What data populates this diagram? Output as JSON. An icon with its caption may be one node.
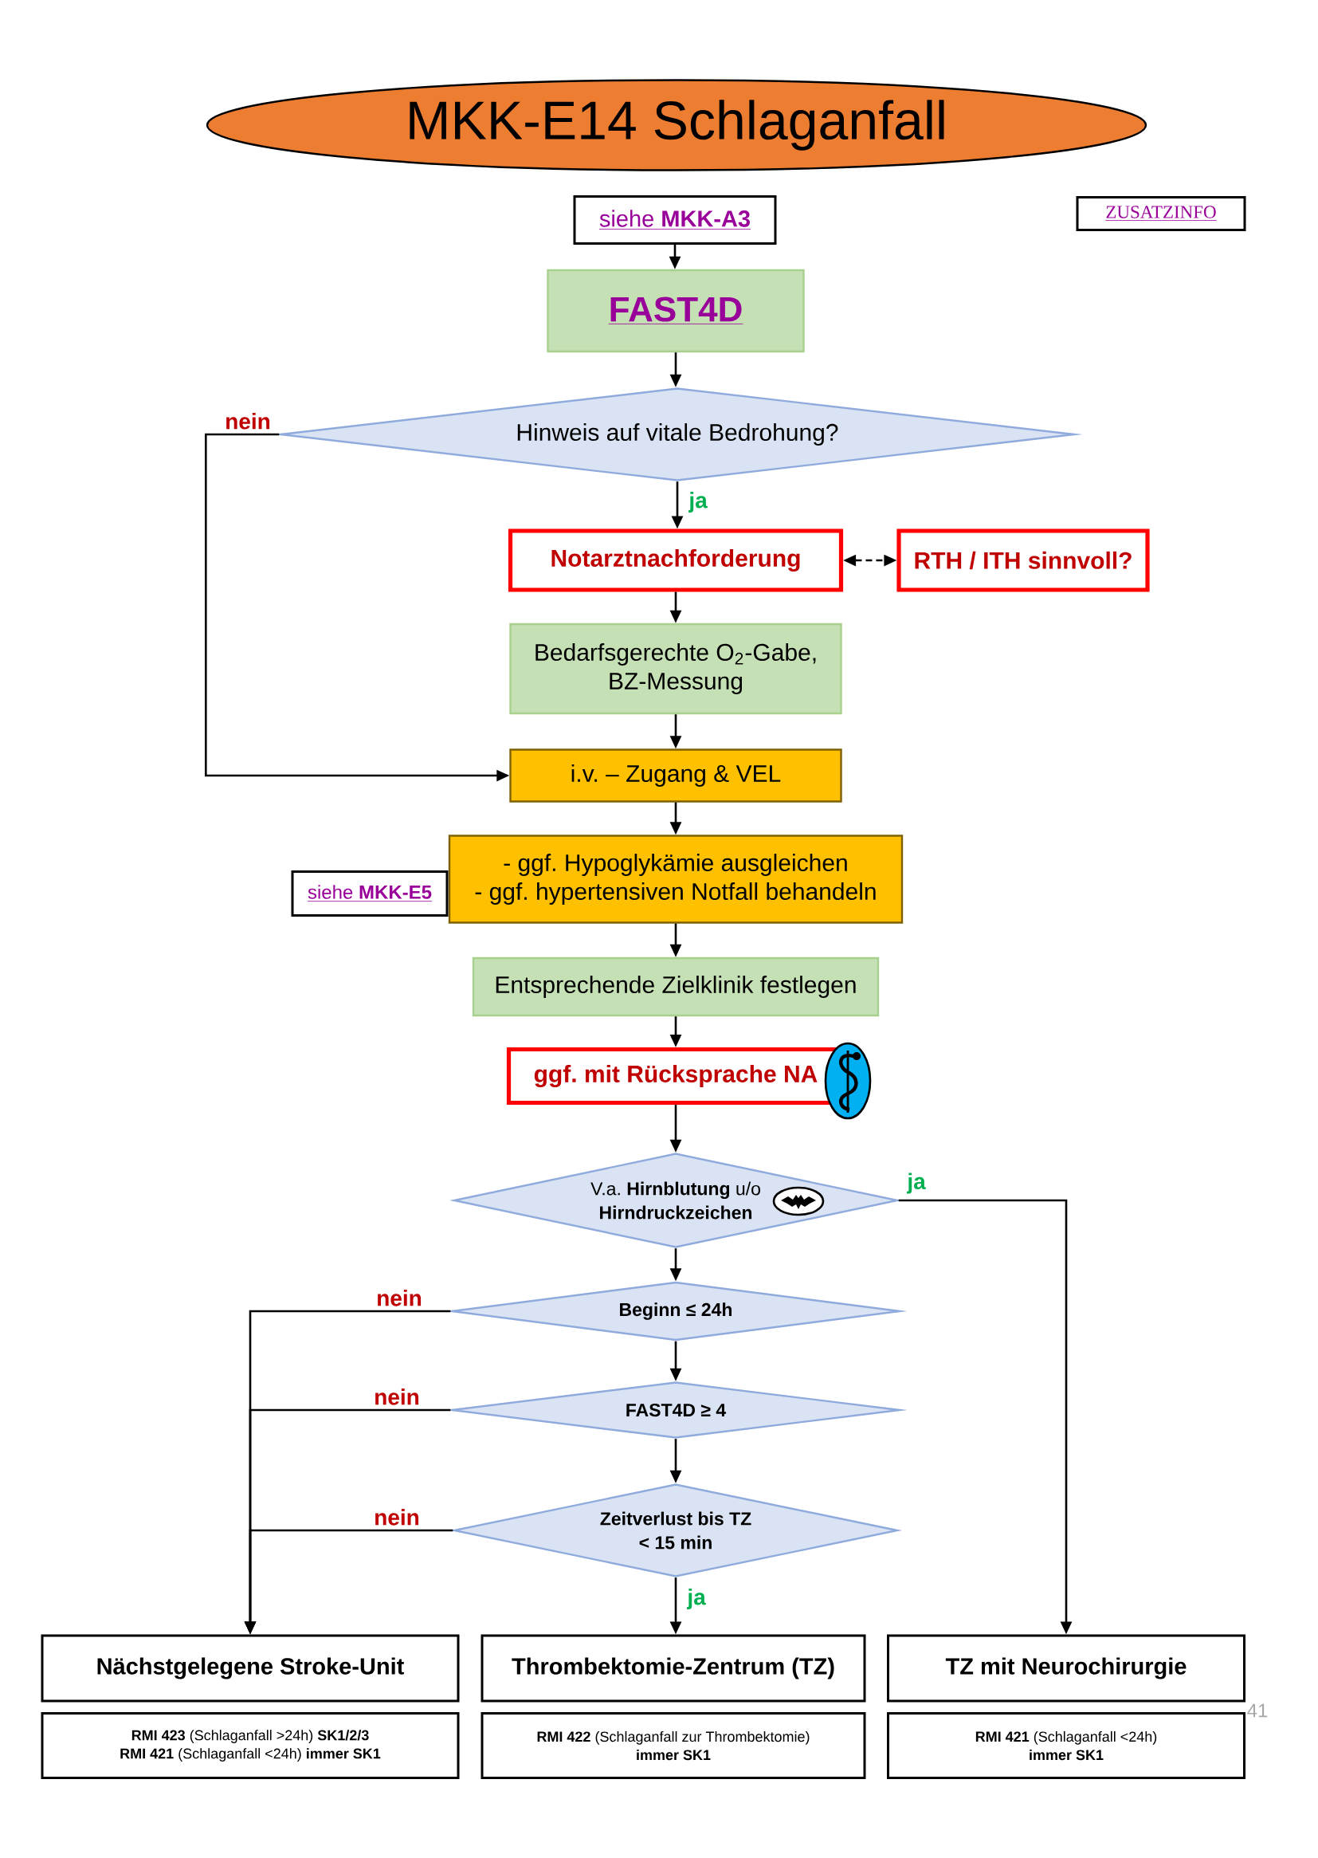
{
  "diagram": {
    "title": "MKK-E14 Schlaganfall",
    "nodes": [
      {
        "text": [
          "siehe **MKK-A3**"
        ]
      },
      {
        "text": [
          "ZUSATZINFO"
        ]
      },
      {
        "text": [
          "FAST4D"
        ]
      },
      {
        "text": [
          "Hinweis auf vitale Bedrohung?"
        ]
      },
      {
        "text": [
          "Notarztnachforderung"
        ]
      },
      {
        "text": [
          "RTH / ITH sinnvoll?"
        ]
      },
      {
        "text": [
          "Bedarfsgerechte O$_{2}$-Gabe, BZ-Messung"
        ]
      },
      {
        "text": [
          "i.v. – Zugang & VEL"
        ]
      },
      {
        "text": [
          "- ggf. Hypoglykämie ausgleichen",
          "- ggf. hypertensiven Notfall behandeln"
        ]
      },
      {
        "text": [
          "siehe **MKK-E5**"
        ]
      },
      {
        "text": [
          "Entsprechende Zielklinik festlegen"
        ]
      },
      {
        "text": [
          "ggf. mit Rücksprache NA"
        ]
      },
      {
        "text": [
          "V.a. **Hirnblutung** u/o **Hirndruckzeichen**"
        ]
      },
      {
        "text": [
          "Beginn ≤ 24h"
        ]
      },
      {
        "text": [
          "FAST4D ≥ 4"
        ]
      },
      {
        "text": [
          "Zeitverlust bis TZ < 15 min"
        ]
      },
      {
        "text": [
          "Nächstgelegene Stroke-Unit"
        ]
      },
      {
        "text": [
          "Thrombektomie-Zentrum (TZ)"
        ]
      },
      {
        "text": [
          "TZ mit Neurochirurgie"
        ]
      },
      {
        "text": [
          "**RMI 423** (Schlaganfall >24h) **SK1/2/3**",
          "**RMI 421** (Schlaganfall <24h) **immer SK1**"
        ]
      },
      {
        "text": [
          "**RMI 422** (Schlaganfall zur Thrombektomie)",
          "immer SK1"
        ]
      },
      {
        "text": [
          "**RMI 421** (Schlaganfall <24h)",
          "immer SK1"
        ]
      }
    ],
    "edges": [
      {
        "from": 0,
        "to": 2,
        "arrow": "to"
      },
      {
        "from": 2,
        "to": 3,
        "arrow": "to"
      },
      {
        "from": 3,
        "to": 4,
        "arrow": "to",
        "label": "ja"
      },
      {
        "from": 3,
        "to": 7,
        "arrow": "to",
        "label": "nein"
      },
      {
        "from": 4,
        "to": 5,
        "arrow": "both",
        "style": "dashed"
      },
      {
        "from": 4,
        "to": 6,
        "arrow": "to"
      },
      {
        "from": 6,
        "to": 7,
        "arrow": "to"
      },
      {
        "from": 7,
        "to": 8,
        "arrow": "to"
      },
      {
        "from": 8,
        "to": 10,
        "arrow": "to"
      },
      {
        "from": 10,
        "to": 11,
        "arrow": "to"
      },
      {
        "from": 11,
        "to": 12,
        "arrow": "to"
      },
      {
        "from": 12,
        "to": 18,
        "arrow": "to",
        "label": "ja"
      },
      {
        "from": 12,
        "to": 13,
        "arrow": "to"
      },
      {
        "from": 13,
        "to": 16,
        "arrow": "to",
        "label": "nein"
      },
      {
        "from": 13,
        "to": 14,
        "arrow": "to"
      },
      {
        "from": 14,
        "to": 16,
        "arrow": "to",
        "label": "nein"
      },
      {
        "from": 14,
        "to": 15,
        "arrow": "to"
      },
      {
        "from": 15,
        "to": 16,
        "arrow": "to",
        "label": "nein"
      },
      {
        "from": 15,
        "to": 17,
        "arrow": "to",
        "label": "ja"
      }
    ],
    "labels": [
      "41"
    ]
  }
}
